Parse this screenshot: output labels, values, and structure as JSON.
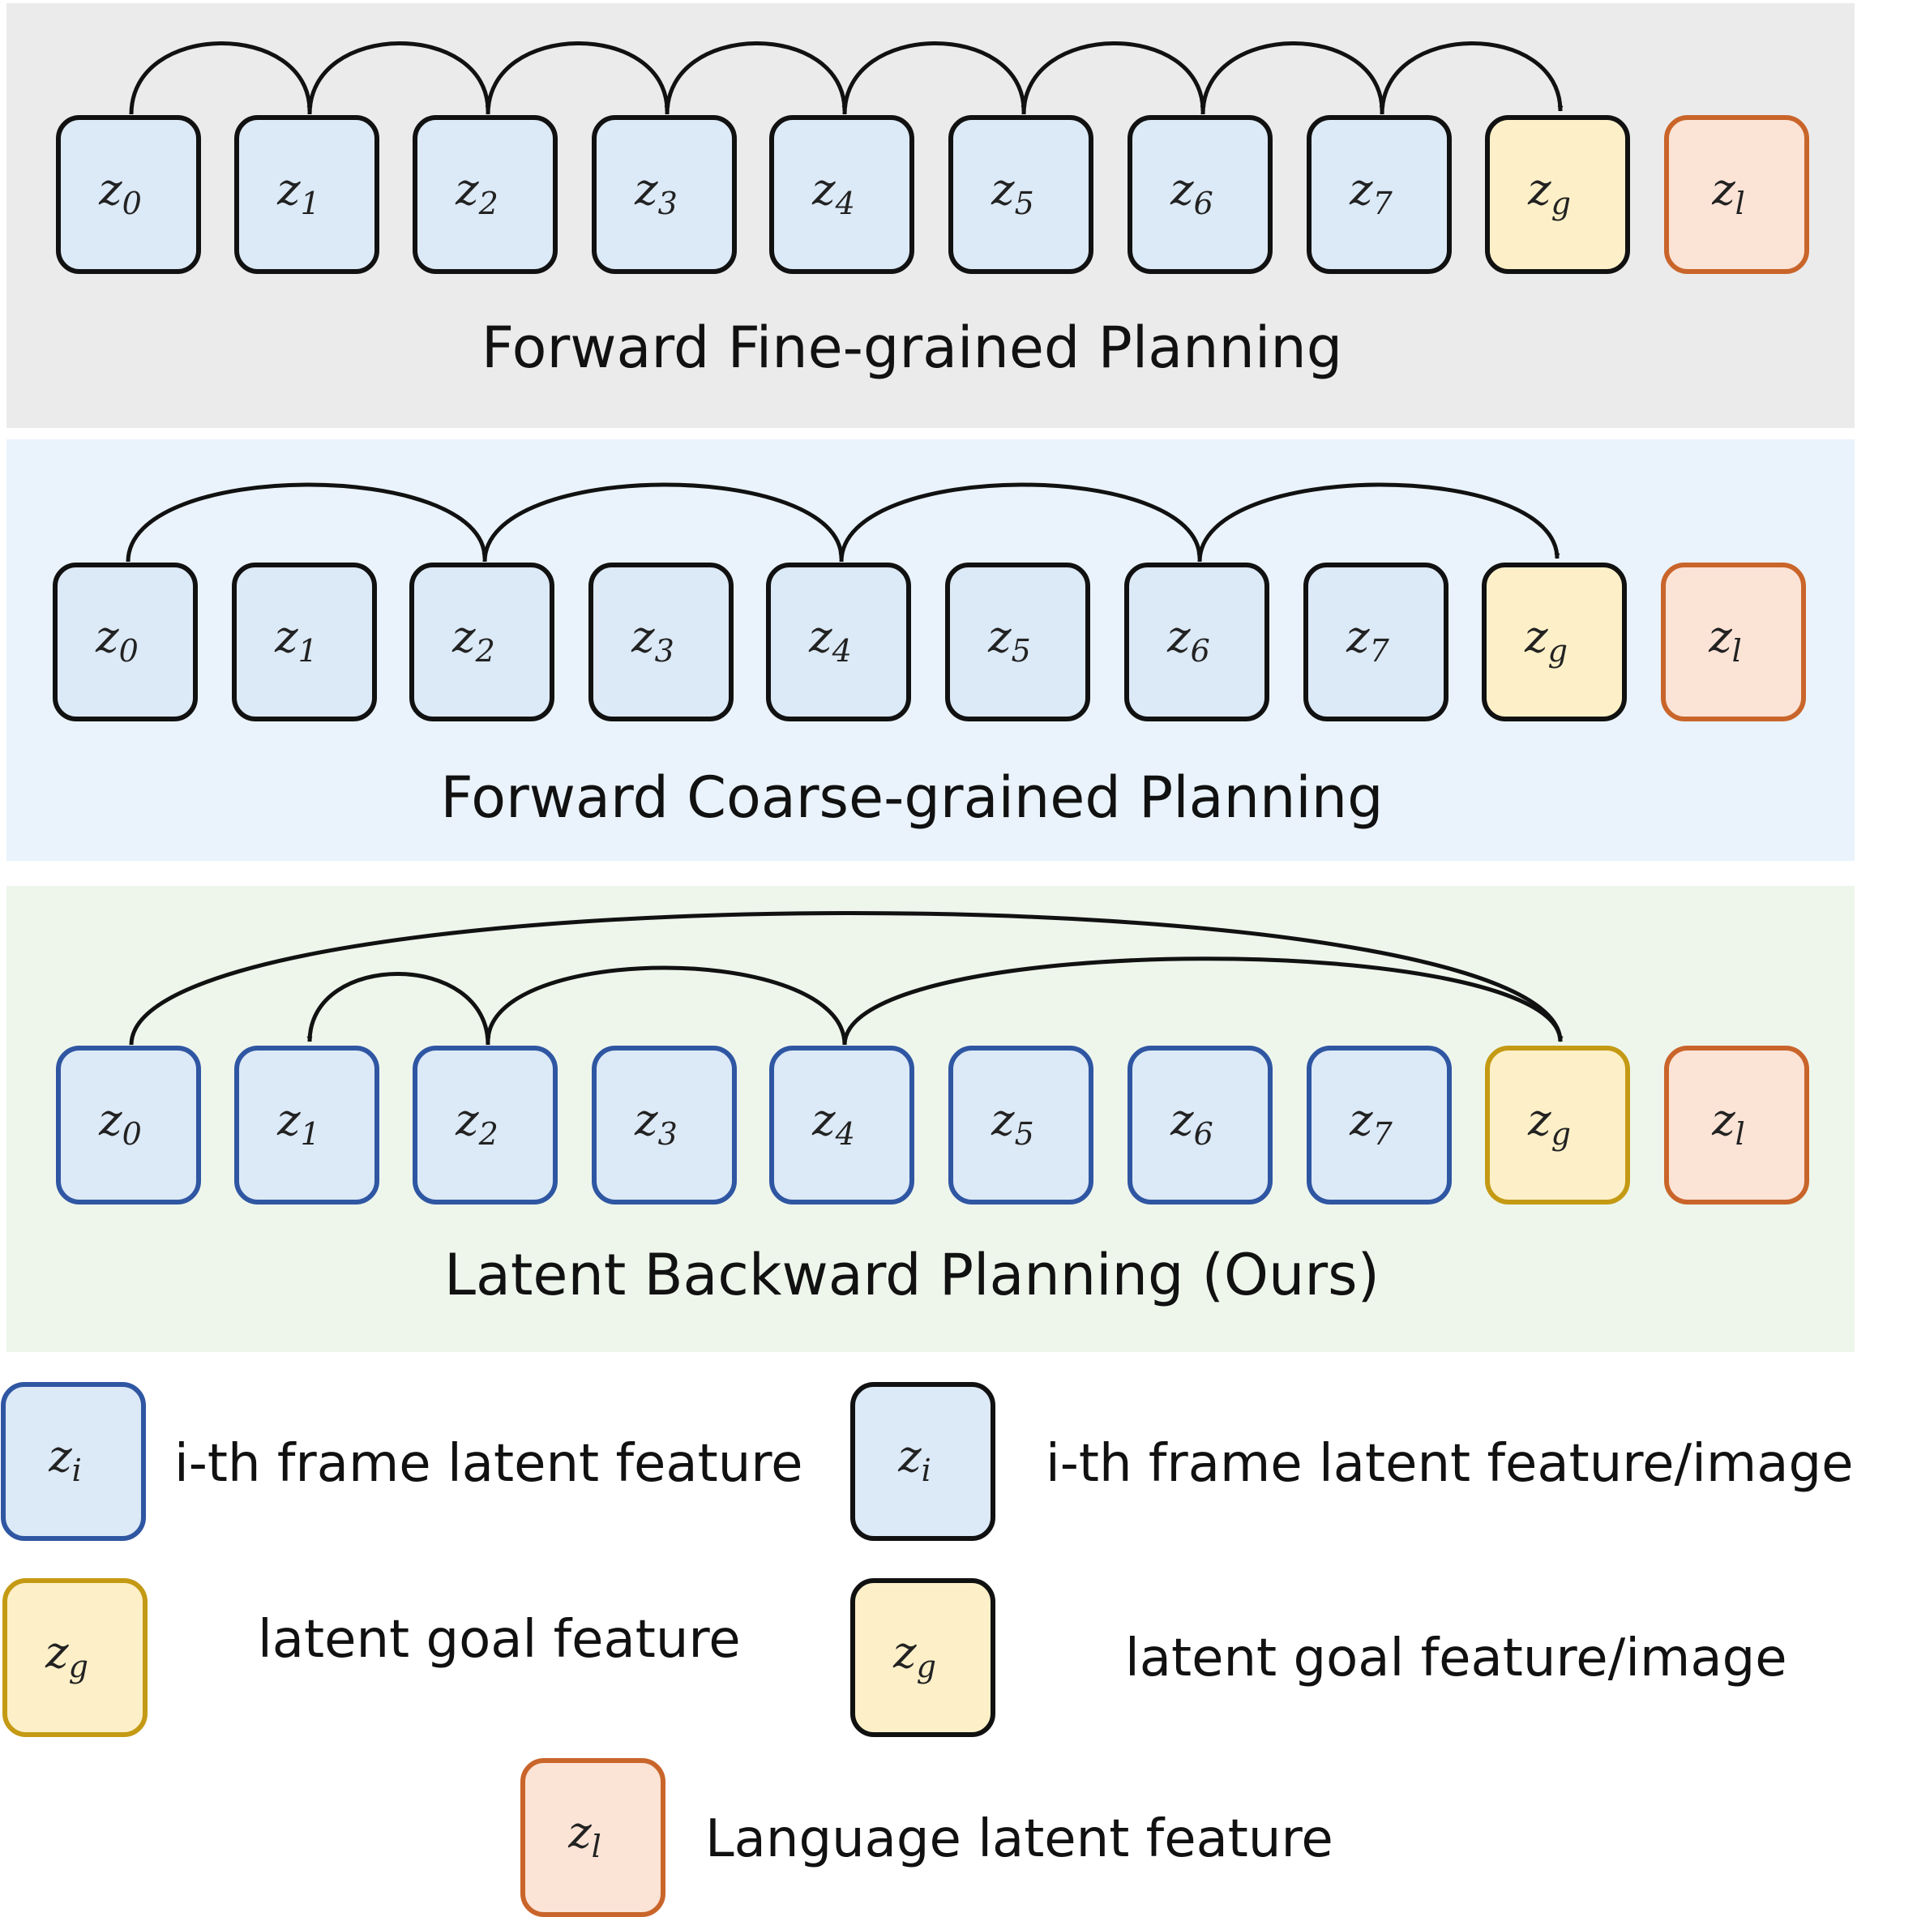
{
  "colors": {
    "panel_fine": "#ebebeb",
    "panel_coarse": "#eaf3fb",
    "panel_ours": "#eef6ec",
    "frame_fill": "#dce9f6",
    "goal_fill": "#fdf0c8",
    "lang_fill": "#fbe3d6",
    "border_black": "#111111",
    "border_blue": "#2f56a2",
    "border_gold": "#c49a14",
    "border_orange": "#c9652a",
    "arrow": "#111111"
  },
  "node_labels": [
    {
      "base": "z",
      "sub": "0"
    },
    {
      "base": "z",
      "sub": "1"
    },
    {
      "base": "z",
      "sub": "2"
    },
    {
      "base": "z",
      "sub": "3"
    },
    {
      "base": "z",
      "sub": "4"
    },
    {
      "base": "z",
      "sub": "5"
    },
    {
      "base": "z",
      "sub": "6"
    },
    {
      "base": "z",
      "sub": "7"
    },
    {
      "base": "z",
      "sub": "g"
    },
    {
      "base": "z",
      "sub": "l"
    }
  ],
  "sections": [
    {
      "title": "Forward Fine-grained Planning",
      "style": "black",
      "arrows": [
        {
          "from": "z0",
          "to": "z1"
        },
        {
          "from": "z1",
          "to": "z2"
        },
        {
          "from": "z2",
          "to": "z3"
        },
        {
          "from": "z3",
          "to": "z4"
        },
        {
          "from": "z4",
          "to": "z5"
        },
        {
          "from": "z5",
          "to": "z6"
        },
        {
          "from": "z6",
          "to": "z7"
        },
        {
          "from": "z7",
          "to": "zg"
        }
      ]
    },
    {
      "title": "Forward Coarse-grained Planning",
      "style": "black",
      "arrows": [
        {
          "from": "z0",
          "to": "z2"
        },
        {
          "from": "z2",
          "to": "z4"
        },
        {
          "from": "z4",
          "to": "z6"
        },
        {
          "from": "z6",
          "to": "zg"
        }
      ]
    },
    {
      "title": "Latent Backward Planning (Ours)",
      "style": "colored",
      "arrows": [
        {
          "from": "z0",
          "to": "zg"
        },
        {
          "from": "z4",
          "to": "zg"
        },
        {
          "from": "z4",
          "to": "z2"
        },
        {
          "from": "z2",
          "to": "z1"
        }
      ]
    }
  ],
  "legend": [
    {
      "node": {
        "base": "z",
        "sub": "i"
      },
      "kind": "frame",
      "border": "colored",
      "text": "i-th frame latent feature"
    },
    {
      "node": {
        "base": "z",
        "sub": "i"
      },
      "kind": "frame",
      "border": "black",
      "text": "i-th frame latent feature/image"
    },
    {
      "node": {
        "base": "z",
        "sub": "g"
      },
      "kind": "goal",
      "border": "colored",
      "text": "latent goal feature"
    },
    {
      "node": {
        "base": "z",
        "sub": "g"
      },
      "kind": "goal",
      "border": "black",
      "text": "latent goal feature/image"
    },
    {
      "node": {
        "base": "z",
        "sub": "l"
      },
      "kind": "lang",
      "border": "colored",
      "text": "Language latent feature"
    }
  ]
}
